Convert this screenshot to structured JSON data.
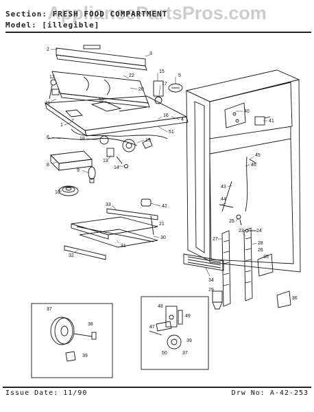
{
  "header": {
    "watermark": "AppliancePartsPros.com",
    "section_text": "Section: FRESH FOOD COMPARTMENT",
    "model_text": "Model: [illegible]"
  },
  "footer": {
    "issue_date": "Issue Date: 11/90",
    "drawing_no": "Drw No: A-42-253"
  },
  "callouts": [
    "2",
    "3",
    "12",
    "22",
    "15",
    "5",
    "11",
    "17",
    "20",
    "52",
    "40",
    "41",
    "1",
    "4",
    "7",
    "16",
    "51",
    "6",
    "18",
    "19",
    "45",
    "46",
    "8",
    "9",
    "13",
    "14",
    "43",
    "10",
    "44",
    "42",
    "33",
    "25",
    "21",
    "24",
    "30",
    "31",
    "32",
    "27",
    "23",
    "28",
    "26",
    "35",
    "34",
    "29",
    "36",
    "37",
    "38",
    "39",
    "48",
    "47",
    "49",
    "50",
    "39",
    "37"
  ]
}
